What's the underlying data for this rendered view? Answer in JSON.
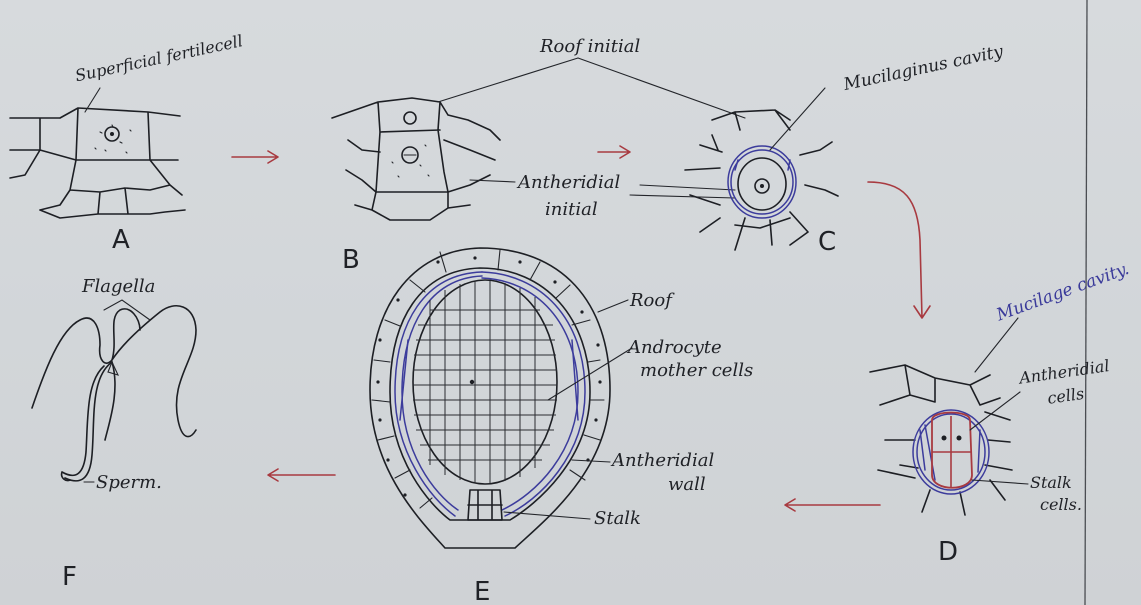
{
  "labels": {
    "superficial_fertile_cell": "Superficial fertilecell",
    "roof_initial": "Roof initial",
    "mucilaginous_cavity": "Mucilaginus cavity",
    "antheridial_initial_line1": "Antheridial",
    "antheridial_initial_line2": "initial",
    "flagella": "Flagella",
    "roof": "Roof",
    "androcyte_line1": "Androcyte",
    "androcyte_line2": "mother cells",
    "antheridial_wall_line1": "Antheridial",
    "antheridial_wall_line2": "wall",
    "stalk": "Stalk",
    "sperm": "Sperm.",
    "mucilage_cavity": "Mucilage cavity.",
    "antheridial_cells_line1": "Antheridial",
    "antheridial_cells_line2": "cells",
    "stalk_cells_line1": "Stalk",
    "stalk_cells_line2": "cells."
  },
  "stages": {
    "a": "A",
    "b": "B",
    "c": "C",
    "d": "D",
    "e": "E",
    "f": "F"
  },
  "colors": {
    "pencil_ink": "#1d1f24",
    "blue_ink": "#3c3c9c",
    "red_ink": "#a83a40",
    "paper": "#d4d7da"
  }
}
